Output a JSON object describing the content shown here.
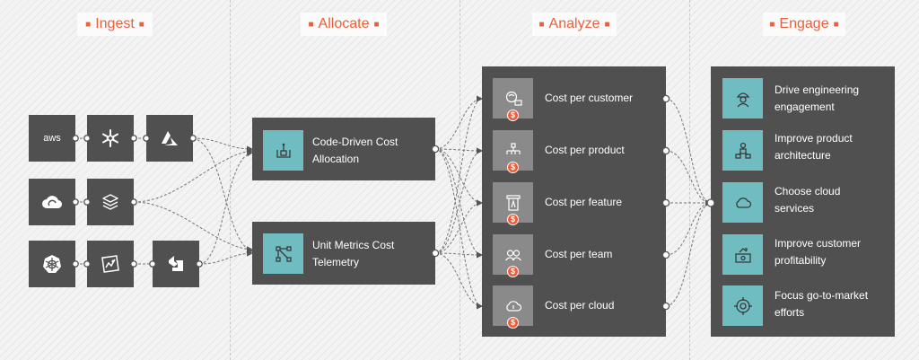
{
  "columns": [
    {
      "title": "Ingest"
    },
    {
      "title": "Allocate"
    },
    {
      "title": "Analyze"
    },
    {
      "title": "Engage"
    }
  ],
  "ingest": {
    "aws_label": "aws",
    "sources": [
      "aws-icon",
      "snowflake-icon",
      "azure-icon",
      "google-cloud-icon",
      "layers-icon",
      "datadog-icon",
      "kubernetes-icon",
      "new-relic-icon",
      "datadog-icon"
    ]
  },
  "allocate": {
    "items": [
      {
        "label_line1": "Code-Driven Cost",
        "label_line2": "Allocation",
        "icon": "code-allocation-icon"
      },
      {
        "label_line1": "Unit Metrics Cost",
        "label_line2": "Telemetry",
        "icon": "unit-metrics-icon"
      }
    ]
  },
  "analyze": {
    "coin_symbol": "$",
    "items": [
      {
        "label": "Cost per customer",
        "icon": "customer-icon"
      },
      {
        "label": "Cost per product",
        "icon": "hierarchy-icon"
      },
      {
        "label": "Cost per feature",
        "icon": "feature-icon"
      },
      {
        "label": "Cost per team",
        "icon": "team-icon"
      },
      {
        "label": "Cost per cloud",
        "icon": "cloud-icon"
      }
    ]
  },
  "engage": {
    "items": [
      {
        "label_line1": "Drive engineering",
        "label_line2": "engagement",
        "icon": "engineer-icon"
      },
      {
        "label_line1": "Improve product",
        "label_line2": "architecture",
        "icon": "architecture-icon"
      },
      {
        "label_line1": "Choose cloud",
        "label_line2": "services",
        "icon": "cloud-icon"
      },
      {
        "label_line1": "Improve customer",
        "label_line2": "profitability",
        "icon": "profitability-icon"
      },
      {
        "label_line1": "Focus go-to-market",
        "label_line2": "efforts",
        "icon": "target-icon"
      }
    ]
  },
  "colors": {
    "accent": "#e8603c",
    "panel": "#505050",
    "teal": "#6fbcc1",
    "icon_gray": "#8a8a8a"
  }
}
